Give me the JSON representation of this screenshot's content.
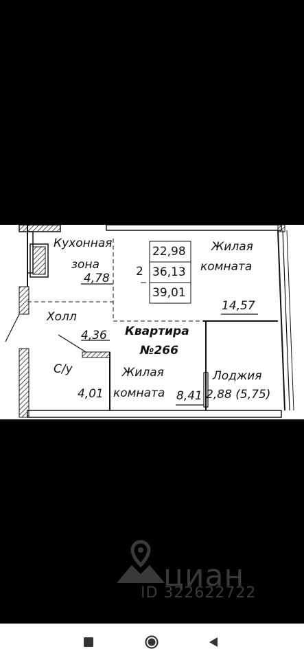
{
  "plan": {
    "kitchen_label_1": "Кухонная",
    "kitchen_label_2": "зона",
    "kitchen_area": "4,78",
    "hall_label": "Холл",
    "hall_area": "4,36",
    "bath_label": "С/у",
    "bath_area": "4,01",
    "living_top_label_1": "Жилая",
    "living_top_label_2": "комната",
    "living_top_area": "14,57",
    "living_bottom_label_1": "Жилая",
    "living_bottom_label_2": "комната",
    "living_bottom_area": "8,41",
    "apartment_label_1": "Квартира",
    "apartment_label_2": "№266",
    "loggia_label": "Лоджия",
    "loggia_area": "2,88 (5,75)",
    "summary_rooms": "2",
    "summary_area_living": "22,98",
    "summary_area_total": "36,13",
    "summary_area_full": "39,01"
  },
  "watermark": {
    "brand": "циан",
    "id_text": "ID 322622722",
    "icon": "location-pin-icon"
  },
  "navbar": {
    "recent_icon": "square-icon",
    "home_icon": "circle-icon",
    "back_icon": "triangle-back-icon"
  }
}
